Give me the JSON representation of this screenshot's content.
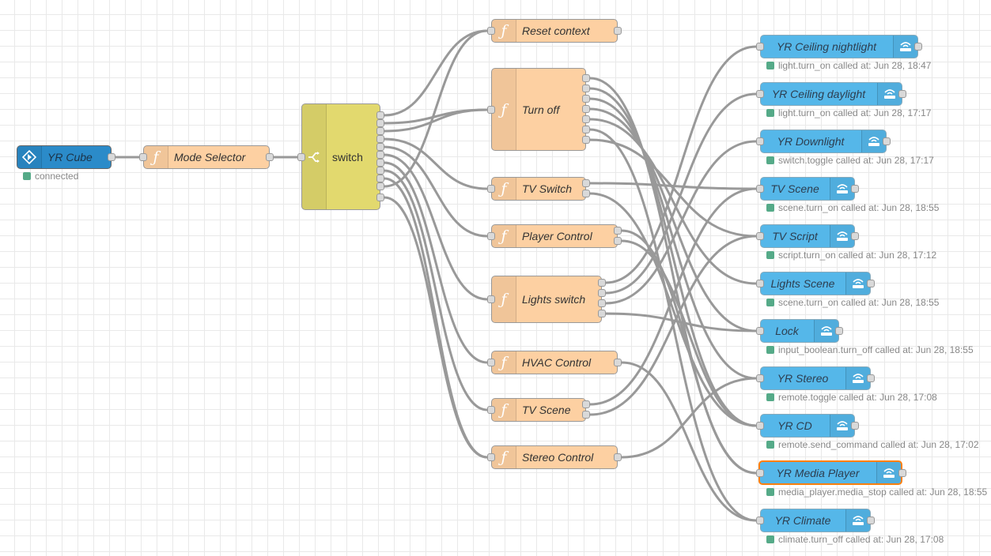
{
  "flow": {
    "input_node": {
      "label": "YR Cube",
      "icon": "input-arrow-icon",
      "status": "connected",
      "color": "#2b8bc9"
    },
    "mode_selector": {
      "label": "Mode Selector"
    },
    "switch_node": {
      "label": "switch",
      "color": "#e2d96e"
    },
    "functions": [
      {
        "id": "reset",
        "label": "Reset context"
      },
      {
        "id": "turnoff",
        "label": "Turn off"
      },
      {
        "id": "tvswitch",
        "label": "TV Switch"
      },
      {
        "id": "player",
        "label": "Player Control"
      },
      {
        "id": "lights",
        "label": "Lights switch"
      },
      {
        "id": "hvac",
        "label": "HVAC Control"
      },
      {
        "id": "tvscene",
        "label": "TV Scene"
      },
      {
        "id": "stereo",
        "label": "Stereo Control"
      }
    ],
    "services": [
      {
        "label": "YR Ceiling nightlight",
        "status": "light.turn_on called at: Jun 28, 18:47"
      },
      {
        "label": "YR Ceiling daylight",
        "status": "light.turn_on called at: Jun 28, 17:17"
      },
      {
        "label": "YR Downlight",
        "status": "switch.toggle called at: Jun 28, 17:17"
      },
      {
        "label": "TV Scene",
        "status": "scene.turn_on called at: Jun 28, 18:55"
      },
      {
        "label": "TV Script",
        "status": "script.turn_on called at: Jun 28, 17:12"
      },
      {
        "label": "Lights Scene",
        "status": "scene.turn_on called at: Jun 28, 18:55"
      },
      {
        "label": "Lock",
        "status": "input_boolean.turn_off called at: Jun 28, 18:55"
      },
      {
        "label": "YR Stereo",
        "status": "remote.toggle called at: Jun 28, 17:08"
      },
      {
        "label": "YR CD",
        "status": "remote.send_command called at: Jun 28, 17:02"
      },
      {
        "label": "YR Media Player",
        "status": "media_player.media_stop called at: Jun 28, 18:55"
      },
      {
        "label": "YR Climate",
        "status": "climate.turn_off called at: Jun 28, 17:08"
      }
    ],
    "colors": {
      "function": "#fdd0a2",
      "service": "#55b7e9",
      "selected_border": "#ff7f0e",
      "status_ok": "#5a8",
      "wire": "#999999"
    },
    "icons": {
      "function": "function-icon",
      "switch": "switch-icon",
      "service": "home-assistant-service-icon"
    }
  }
}
